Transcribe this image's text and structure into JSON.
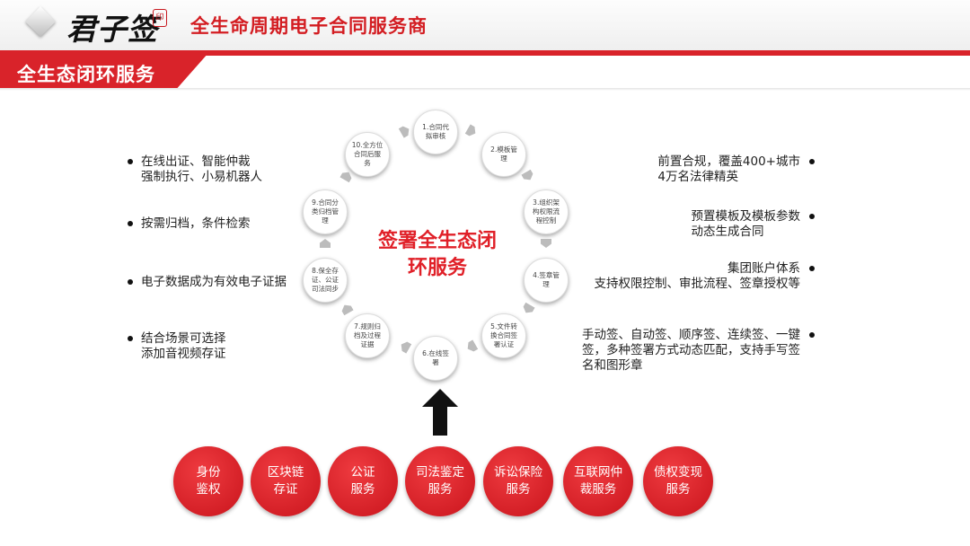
{
  "header": {
    "logo_text": "君子签",
    "logo_seal": "印",
    "title": "全生命周期电子合同服务商"
  },
  "section": {
    "title": "全生态闭环服务"
  },
  "cycle": {
    "center_line1": "签署全生态闭",
    "center_line2": "环服务",
    "nodes": [
      "1.合同代拟审核",
      "2.模板管理",
      "3.组织架构权限流程控制",
      "4.签章管理",
      "5.文件转换合同签署认证",
      "6.在线签署",
      "7.规则归档及过程证据",
      "8.保全存证、公证司法同步",
      "9.合同分类归档管理",
      "10.全方位合同后服务"
    ]
  },
  "left_items": [
    {
      "line1": "在线出证、智能仲裁",
      "line2": "强制执行、小易机器人"
    },
    {
      "line1": "按需归档，条件检索",
      "line2": ""
    },
    {
      "line1": "电子数据成为有效电子证据",
      "line2": ""
    },
    {
      "line1": "结合场景可选择",
      "line2": "添加音视频存证"
    }
  ],
  "right_items": [
    {
      "line1": "前置合规，覆盖400+城市",
      "line2": "4万名法律精英",
      "line3": ""
    },
    {
      "line1": "预置模板及模板参数",
      "line2": "动态生成合同",
      "line3": ""
    },
    {
      "line1": "集团账户体系",
      "line2": "支持权限控制、审批流程、签章授权等",
      "line3": ""
    },
    {
      "line1": "手动签、自动签、顺序签、连续签、一键",
      "line2": "签，多种签署方式动态匹配，支持手写签",
      "line3": "名和图形章"
    }
  ],
  "services": [
    {
      "line1": "身份",
      "line2": "鉴权"
    },
    {
      "line1": "区块链",
      "line2": "存证"
    },
    {
      "line1": "公证",
      "line2": "服务"
    },
    {
      "line1": "司法鉴定",
      "line2": "服务"
    },
    {
      "line1": "诉讼保险",
      "line2": "服务"
    },
    {
      "line1": "互联网仲",
      "line2": "裁服务"
    },
    {
      "line1": "债权变现",
      "line2": "服务"
    }
  ],
  "colors": {
    "brand_red": "#d9232a",
    "arrow_gray": "#bcbcbc"
  }
}
